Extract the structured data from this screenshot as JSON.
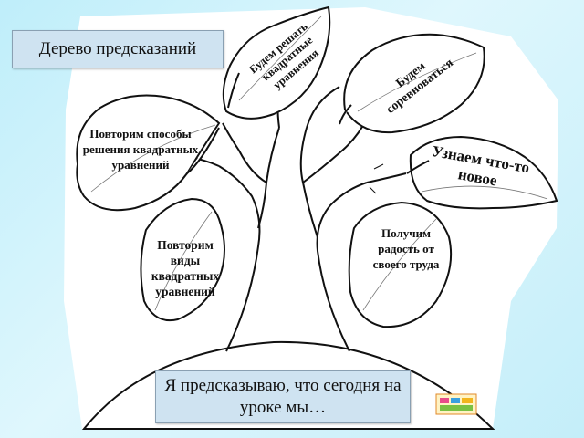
{
  "title": "Дерево предсказаний",
  "bottom_text": "Я предсказываю, что сегодня на уроке мы…",
  "leaves": [
    {
      "id": "quadratic-equations",
      "text": "Будем решать квадратные уравнения"
    },
    {
      "id": "compete",
      "text": "Будем соревноваться"
    },
    {
      "id": "methods",
      "text": "Повторим способы решения квадратных уравнений"
    },
    {
      "id": "new",
      "text": "Узнаем что-то новое"
    },
    {
      "id": "types",
      "text": "Повторим виды квадратных уравнений"
    },
    {
      "id": "joy",
      "text": "Получим радость от своего труда"
    }
  ],
  "colors": {
    "background": "#c9f0fb",
    "box_fill": "#cfe3f1",
    "box_border": "#8aa0b2",
    "lines": "#111111"
  }
}
